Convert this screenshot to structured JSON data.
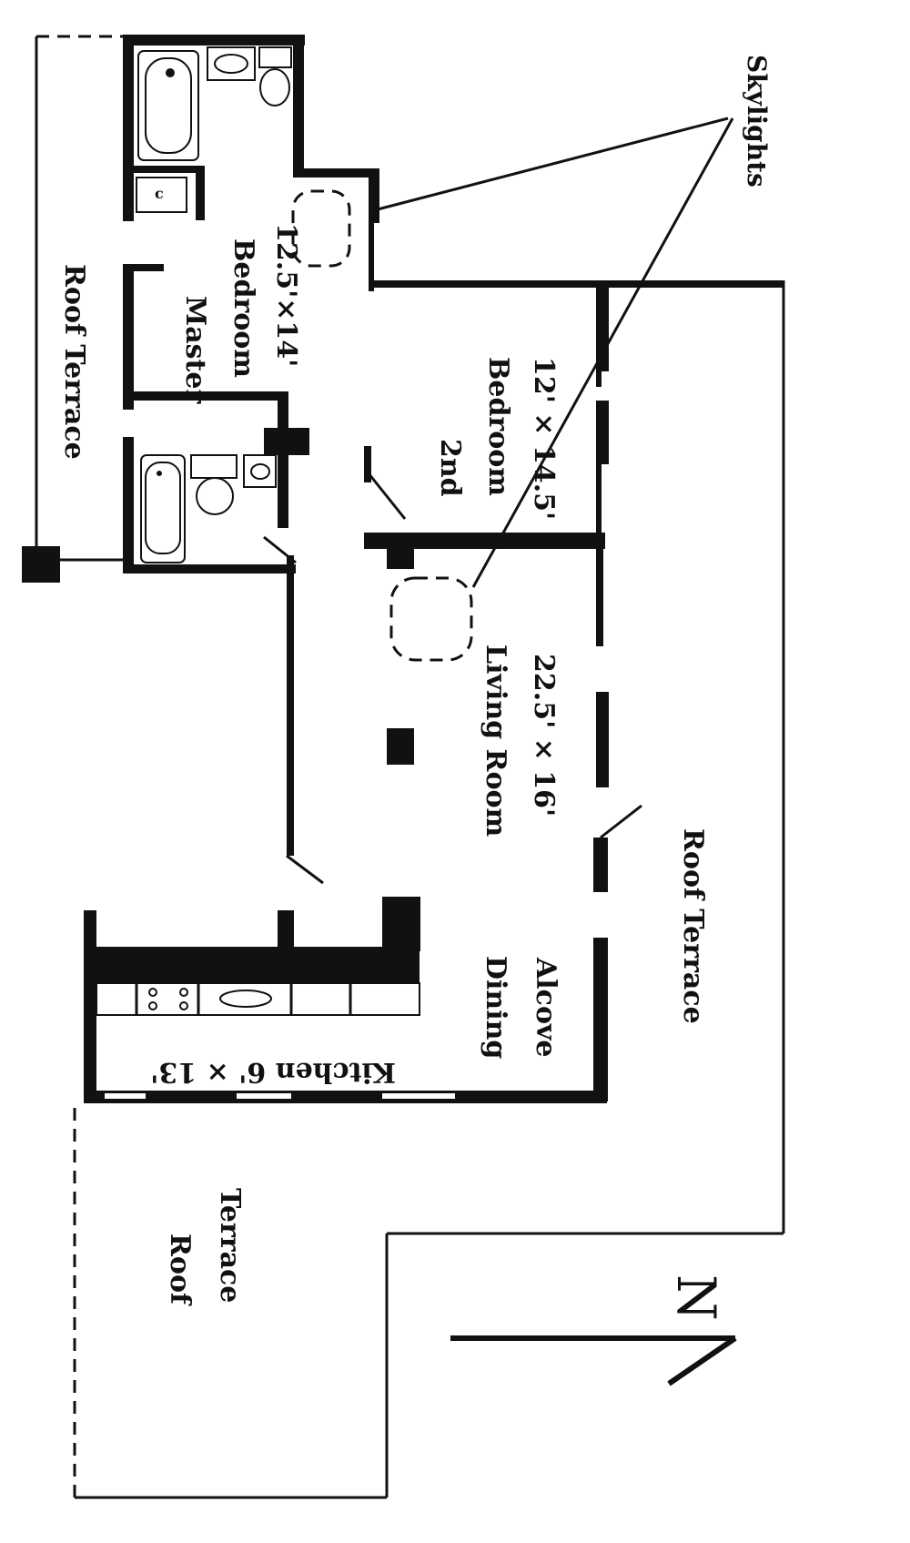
{
  "labels": {
    "skylights": "Skylights",
    "roof_terrace_west": "Roof Terrace",
    "master_name_1": "Master",
    "master_name_2": "Bedroom",
    "master_dims": "12.5'×14'",
    "second_name_1": "2nd",
    "second_name_2": "Bedroom",
    "second_dims": "12' × 14.5'",
    "living_name": "Living Room",
    "living_dims": "22.5' × 16'",
    "dining_name": "Dining",
    "dining_name_2": "Alcove",
    "kitchen": "Kitchen 6' × 13'",
    "roof_terrace_east": "Roof Terrace",
    "roof_terrace_south_1": "Roof",
    "roof_terrace_south_2": "Terrace",
    "north": "N"
  },
  "colors": {
    "wall": "#111111",
    "background": "#ffffff"
  }
}
